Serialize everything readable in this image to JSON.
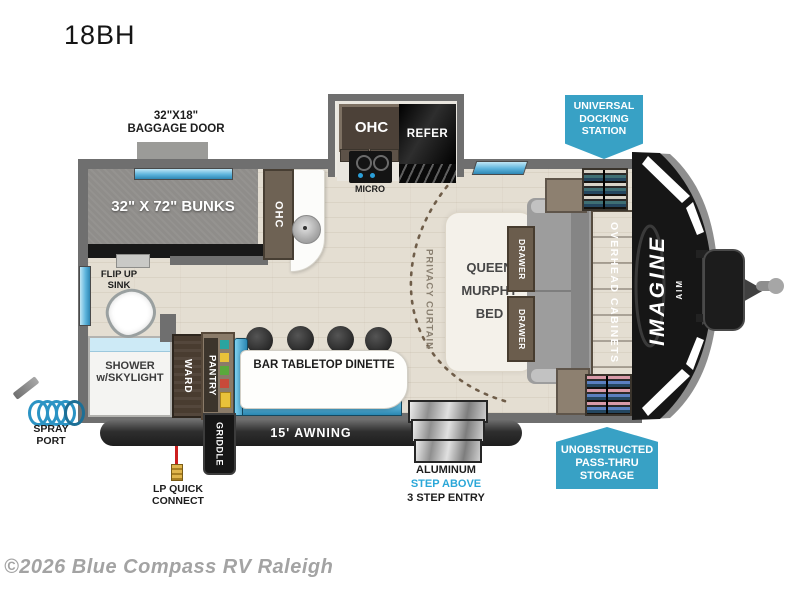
{
  "title": "18BH",
  "watermark": "©2026 Blue Compass RV Raleigh",
  "colors": {
    "badge_blue": "#38a1c5",
    "step_above_blue": "#2aa7d8",
    "wall_gray": "#6f6f6f"
  },
  "badges": {
    "docking_lines": [
      "UNIVERSAL",
      "DOCKING",
      "STATION"
    ],
    "passthru_lines": [
      "UNOBSTRUCTED",
      "PASS-THRU",
      "STORAGE"
    ]
  },
  "exterior": {
    "baggage_lines": [
      "32\"X18\"",
      "BAGGAGE DOOR"
    ],
    "awning": "15'  AWNING",
    "spray_lines": [
      "SPRAY",
      "PORT"
    ],
    "lp_lines": [
      "LP QUICK",
      "CONNECT"
    ],
    "step_lines": [
      "ALUMINUM",
      "STEP ABOVE",
      "3 STEP ENTRY"
    ],
    "griddle": "GRIDDLE",
    "brand": "IMAGINE",
    "series": "AIM"
  },
  "rooms": {
    "bunks": "32\" X 72\" BUNKS",
    "kitchen": {
      "ohc_top": "OHC",
      "refer": "REFER",
      "micro": "MICRO",
      "ohc_side": "OHC"
    },
    "bath": {
      "sink_lines": [
        "FLIP UP",
        "SINK"
      ],
      "shower_lines": [
        "SHOWER",
        "w/SKYLIGHT"
      ]
    },
    "storage": {
      "ward": "WARD",
      "pantry": "PANTRY",
      "overhead": "OVERHEAD CABINETS",
      "drawer": "DRAWER"
    },
    "dinette": "BAR TABLETOP DINETTE",
    "bedroom": {
      "bed_lines": [
        "QUEEN",
        "MURPHY",
        "BED"
      ],
      "privacy": "PRIVACY CURTAIN"
    }
  }
}
